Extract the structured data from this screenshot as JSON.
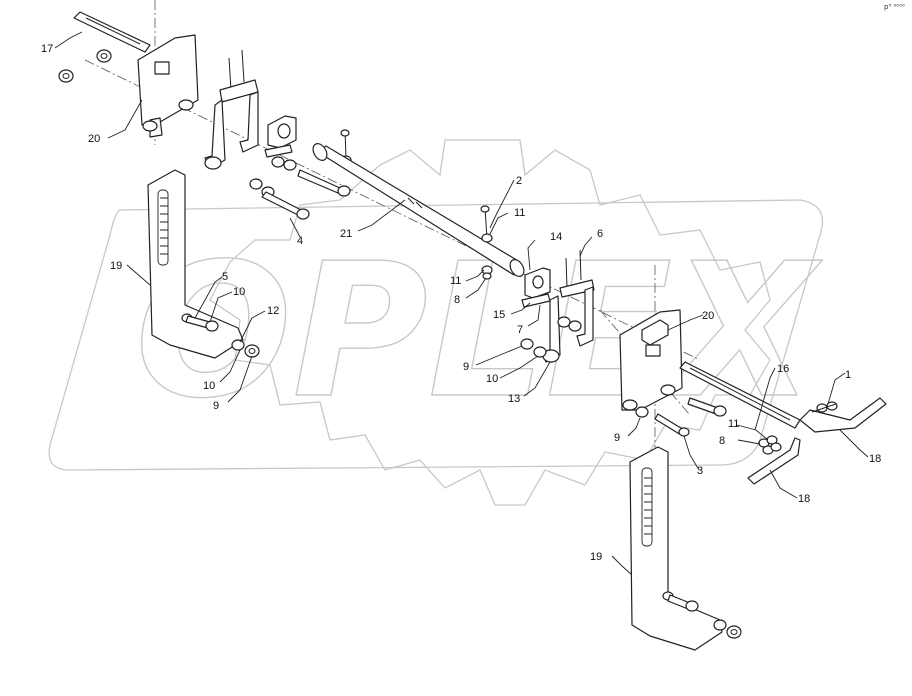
{
  "corner_mark": "p⁵ ⁰⁰⁰⁰",
  "watermark_text": "OPLEX",
  "labels": {
    "l1": "1",
    "l2": "2",
    "l3": "3",
    "l4": "4",
    "l5": "5",
    "l6": "6",
    "l7": "7",
    "l8a": "8",
    "l8b": "8",
    "l9a": "9",
    "l9b": "9",
    "l9c": "9",
    "l10a": "10",
    "l10b": "10",
    "l10c": "10",
    "l11a": "11",
    "l11b": "11",
    "l11c": "11",
    "l12": "12",
    "l13": "13",
    "l14": "14",
    "l15": "15",
    "l16": "16",
    "l17": "17",
    "l18a": "18",
    "l18b": "18",
    "l19a": "19",
    "l19b": "19",
    "l20a": "20",
    "l20b": "20",
    "l21": "21"
  }
}
